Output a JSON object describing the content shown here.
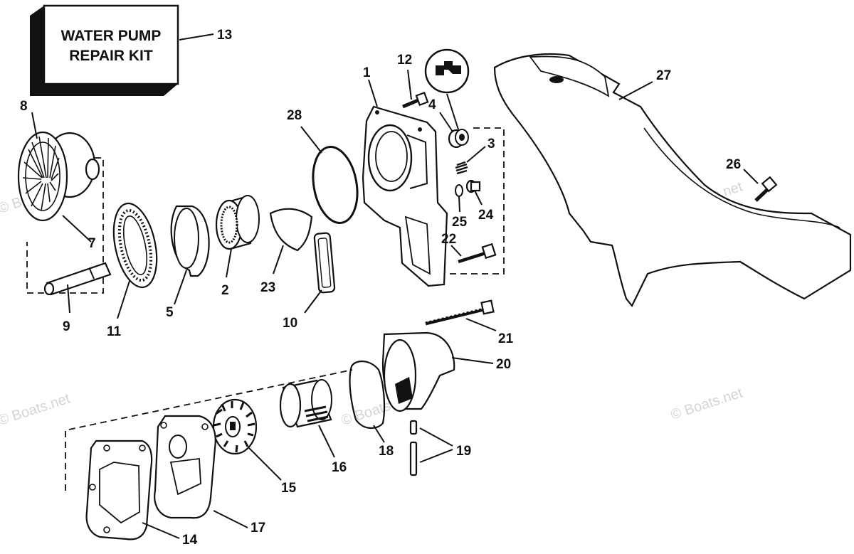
{
  "kit_label": {
    "line1": "WATER PUMP",
    "line2": "REPAIR KIT"
  },
  "callouts": {
    "c1": "1",
    "c2": "2",
    "c3": "3",
    "c4": "4",
    "c5": "5",
    "c7": "7",
    "c8": "8",
    "c9": "9",
    "c10": "10",
    "c11": "11",
    "c12": "12",
    "c13": "13",
    "c14": "14",
    "c15": "15",
    "c16": "16",
    "c17": "17",
    "c18": "18",
    "c19": "19",
    "c20": "20",
    "c21": "21",
    "c22": "22",
    "c23": "23",
    "c24": "24",
    "c25": "25",
    "c26": "26",
    "c27": "27",
    "c28": "28"
  },
  "watermark": "© Boats.net",
  "icons": {
    "sealant": "sealant-icon"
  },
  "colors": {
    "ink": "#111111",
    "paper": "#ffffff",
    "watermark": "#d4d4d4"
  }
}
